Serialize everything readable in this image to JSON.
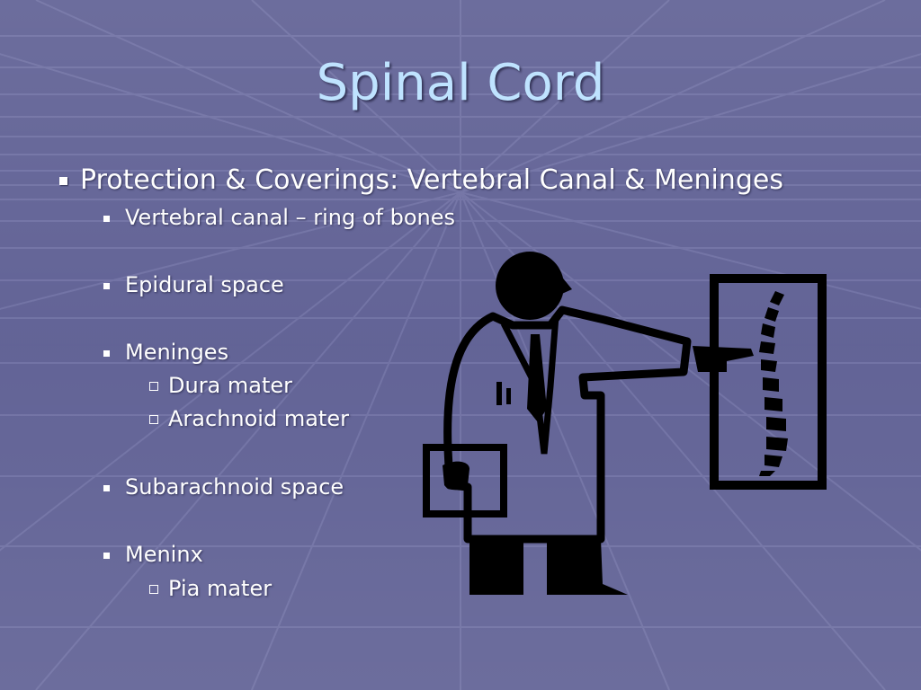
{
  "slide": {
    "title": "Spinal Cord",
    "bullets": [
      {
        "text": "Protection & Coverings: Vertebral Canal & Meninges"
      },
      {
        "text": "Vertebral canal – ring of bones"
      },
      {
        "text": "Epidural space"
      },
      {
        "text": "Meninges"
      },
      {
        "text": "Dura mater"
      },
      {
        "text": "Arachnoid mater"
      },
      {
        "text": "Subarachnoid space"
      },
      {
        "text": "Meninx"
      },
      {
        "text": "Pia mater"
      }
    ]
  },
  "colors": {
    "background": "#5c5d92",
    "title": "#bfe3ff",
    "body_text": "#ffffff",
    "clipart": "#000000"
  },
  "icons": {
    "clipart": "doctor-pointing-at-spine-xray-icon"
  }
}
